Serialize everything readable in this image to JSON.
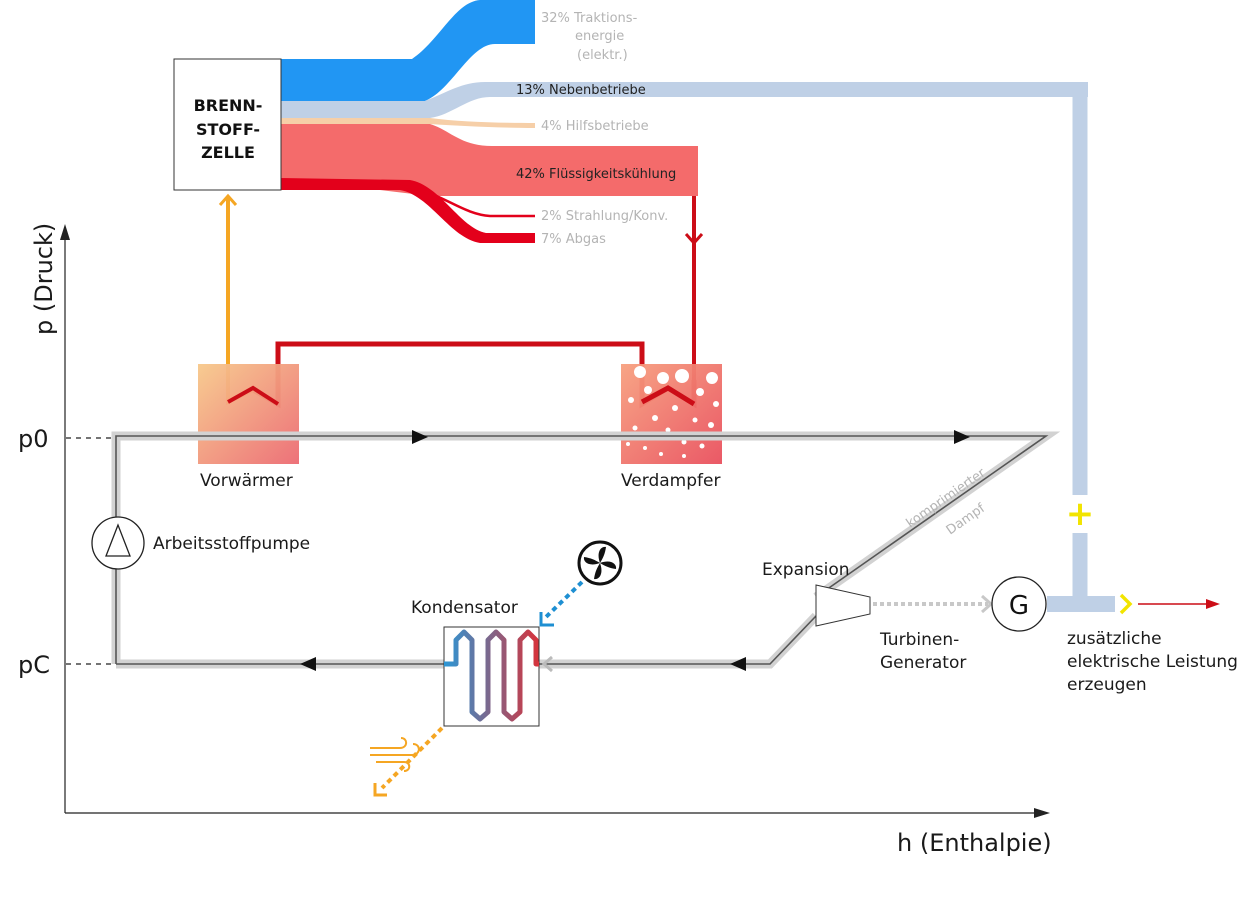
{
  "axes": {
    "y_label": "p (Druck)",
    "x_label": "h (Enthalpie)",
    "p0": "p0",
    "pC": "pC"
  },
  "fuel_cell": {
    "line1": "BRENN-",
    "line2": "STOFF-",
    "line3": "ZELLE"
  },
  "flows": [
    {
      "label_lines": [
        "32% Traktions-",
        "energie",
        "(elektr.)"
      ],
      "percent": 32,
      "color": "#2196f3"
    },
    {
      "label_lines": [
        "13% Nebenbetriebe"
      ],
      "percent": 13,
      "color": "#bfd0e6"
    },
    {
      "label_lines": [
        "4% Hilfsbetriebe"
      ],
      "percent": 4,
      "color": "#f6cfa8"
    },
    {
      "label_lines": [
        "42% Flüssigkeitskühlung"
      ],
      "percent": 42,
      "color": "#f46b6b"
    },
    {
      "label_lines": [
        "2% Strahlung/Konv."
      ],
      "percent": 2,
      "color": "#e3001b"
    },
    {
      "label_lines": [
        "7% Abgas"
      ],
      "percent": 7,
      "color": "#e3001b"
    }
  ],
  "components": {
    "preheater": "Vorwärmer",
    "evaporator": "Verdampfer",
    "pump": "Arbeitsstoffpumpe",
    "condenser": "Kondensator",
    "expansion": "Expansion",
    "turbine_line1": "Turbinen-",
    "turbine_line2": "Generator",
    "generator_symbol": "G",
    "steam_line1": "komprimierter",
    "steam_line2": "Dampf",
    "plus": "+"
  },
  "output": {
    "line1": "zusätzliche",
    "line2": "elektrische Leistung",
    "line3": "erzeugen"
  },
  "colors": {
    "traction": "#2196f3",
    "aux": "#bfd0e6",
    "helper": "#f6cfa8",
    "cooling": "#f46b6b",
    "heat": "#e3001b",
    "preheat": "#f5a623",
    "cycle": "#d2d2d2"
  }
}
